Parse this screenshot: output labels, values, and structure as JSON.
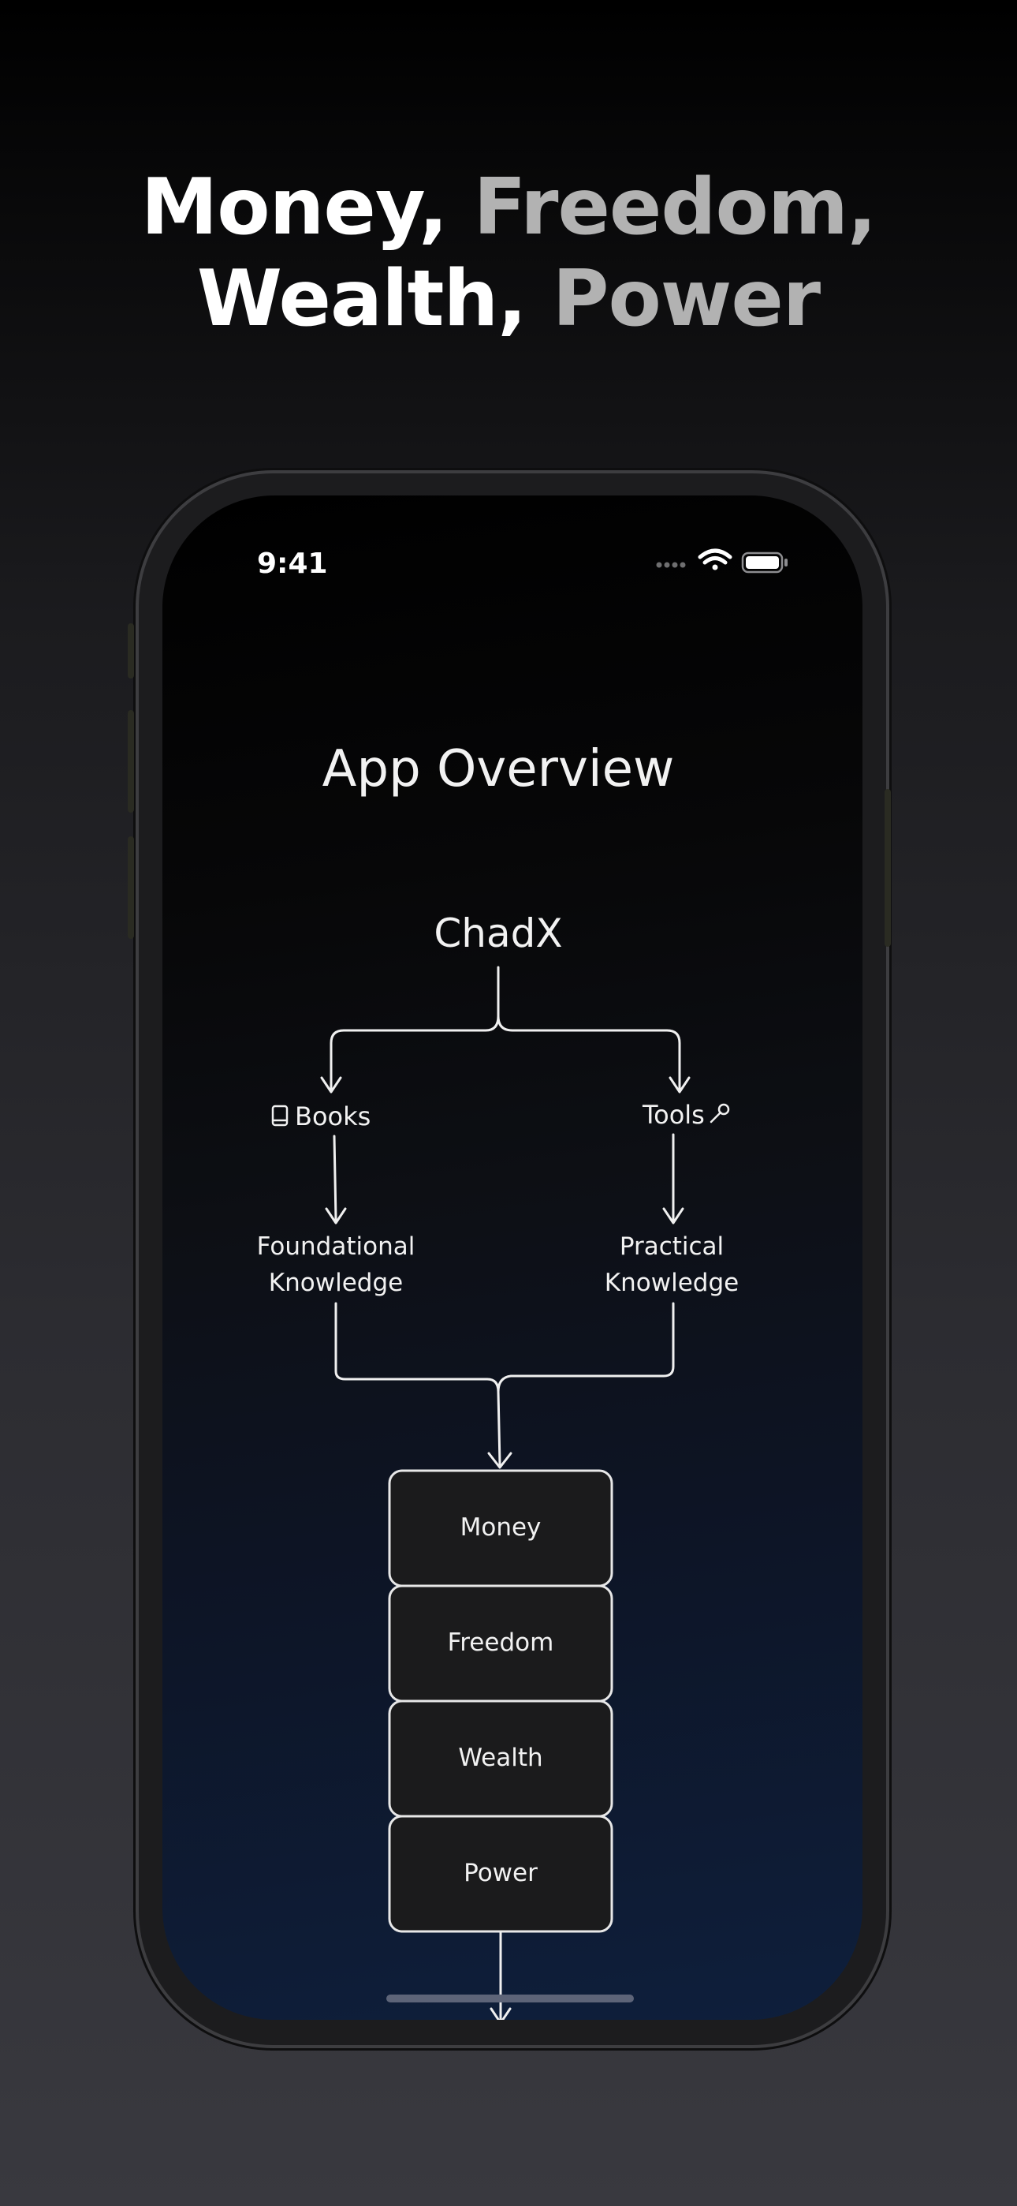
{
  "headline": {
    "line1": [
      {
        "text": "Money,",
        "tone": "white"
      },
      {
        "text": " Freedom,",
        "tone": "grey"
      }
    ],
    "line2": [
      {
        "text": "Wealth,",
        "tone": "white"
      },
      {
        "text": " Power",
        "tone": "grey"
      }
    ]
  },
  "status_bar": {
    "time": "9:41",
    "icons": [
      "signal-dots-icon",
      "wifi-icon",
      "battery-icon"
    ]
  },
  "screen": {
    "title": "App Overview",
    "root": "ChadX",
    "branches": {
      "left": {
        "label": "Books",
        "icon": "book-icon",
        "leaf_line1": "Foundational",
        "leaf_line2": "Knowledge"
      },
      "right": {
        "label": "Tools",
        "icon": "wrench-icon",
        "leaf_line1": "Practical",
        "leaf_line2": "Knowledge"
      }
    },
    "stack": [
      "Money",
      "Freedom",
      "Wealth",
      "Power"
    ]
  },
  "colors": {
    "headline_accent": "#ffffff",
    "headline_muted": "#b2b2b2",
    "screen_bottom": "#0e1f3c",
    "stroke": "#f0f0f0",
    "box_fill": "#1b1b1c"
  }
}
